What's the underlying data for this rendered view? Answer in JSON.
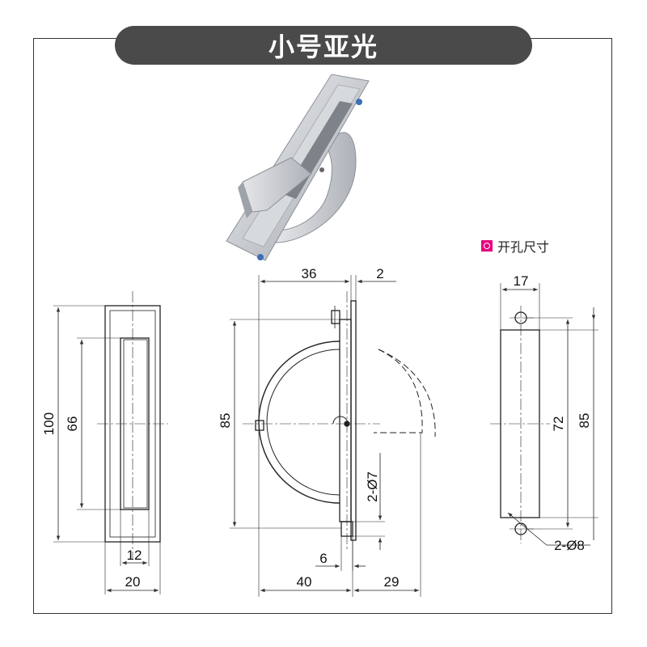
{
  "title": "小号亚光",
  "cutout_label": "开孔尺寸",
  "colors": {
    "title_bg": "#4a4a4a",
    "marker": "#e4007f",
    "line": "#222222",
    "dim_line": "#333333"
  },
  "dims": {
    "front_height": "100",
    "front_inner_height": "66",
    "front_inner_width": "12",
    "front_width": "20",
    "side_depth": "36",
    "side_plate": "2",
    "side_height": "85",
    "side_hole": "2-Ø7",
    "side_pin": "6",
    "side_arc": "40",
    "side_swing": "29",
    "cut_width": "17",
    "cut_hole_spacing": "72",
    "cut_height": "85",
    "cut_hole": "2-Ø8"
  }
}
